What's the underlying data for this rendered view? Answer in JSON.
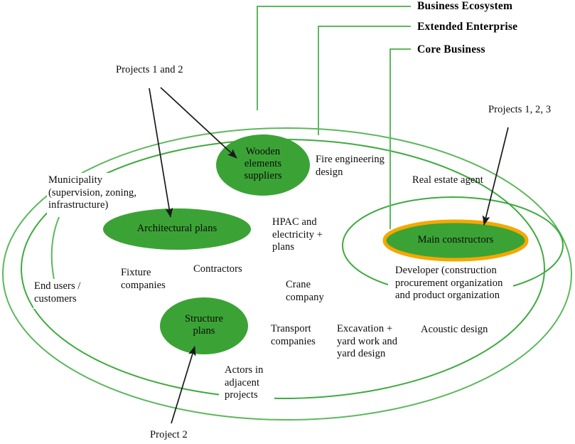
{
  "diagram": {
    "title": "Business Ecosystem / Extended Enterprise / Core Business construction project network",
    "colors": {
      "node_fill": "#3ba335",
      "ring_stroke": "#5cb85c",
      "core_ring_highlight": "#f5a800",
      "arrow": "#1a1a1a",
      "text": "#0b0b0b",
      "background": "#ffffff"
    }
  },
  "legend": {
    "items": [
      {
        "label": "Business Ecosystem",
        "ring": "outer"
      },
      {
        "label": "Extended Enterprise",
        "ring": "middle"
      },
      {
        "label": "Core Business",
        "ring": "inner"
      }
    ]
  },
  "nodes": [
    {
      "id": "wooden",
      "label": "Wooden\nelements\nsuppliers"
    },
    {
      "id": "architectural",
      "label": "Architectural plans"
    },
    {
      "id": "structure",
      "label": "Structure\nplans"
    },
    {
      "id": "main-constructors",
      "label": "Main constructors"
    }
  ],
  "actors": [
    {
      "id": "municipality",
      "label": "Municipality\n(supervision, zoning,\ninfrastructure)"
    },
    {
      "id": "end-users",
      "label": "End users /\ncustomers"
    },
    {
      "id": "fixture-companies",
      "label": "Fixture\ncompanies"
    },
    {
      "id": "contractors",
      "label": "Contractors"
    },
    {
      "id": "fire-engineering",
      "label": "Fire engineering\ndesign"
    },
    {
      "id": "hpac",
      "label": "HPAC and\nelectricity +\nplans"
    },
    {
      "id": "crane-company",
      "label": "Crane\ncompany"
    },
    {
      "id": "transport-companies",
      "label": "Transport\ncompanies"
    },
    {
      "id": "excavation",
      "label": "Excavation +\nyard work and\nyard design"
    },
    {
      "id": "acoustic-design",
      "label": "Acoustic design"
    },
    {
      "id": "real-estate-agent",
      "label": "Real estate agent"
    },
    {
      "id": "developer",
      "label": "Developer (construction\nprocurement organization\nand product organization"
    },
    {
      "id": "adjacent-projects",
      "label": "Actors in\nadjacent\nprojects"
    }
  ],
  "annotations": [
    {
      "id": "projects-1-and-2",
      "label": "Projects 1 and 2"
    },
    {
      "id": "projects-1-2-3",
      "label": "Projects 1, 2, 3"
    },
    {
      "id": "project-2",
      "label": "Project 2"
    }
  ]
}
